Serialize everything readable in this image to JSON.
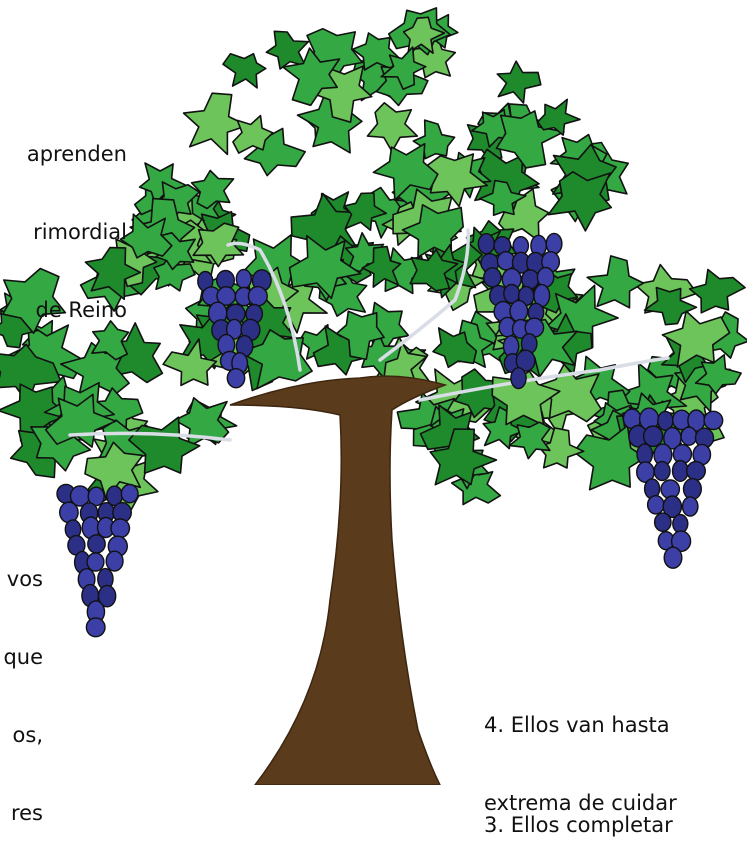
{
  "captions": {
    "top_left": [
      "aprenden",
      "rimordial",
      "de Reino"
    ],
    "mid_left": [
      "vos",
      "que",
      "os,",
      "res"
    ],
    "bottom_right_4": [
      "4. Ellos van hasta",
      "extrema de cuidar"
    ],
    "bottom_right_3": [
      "3. Ellos completar"
    ]
  },
  "colors": {
    "leaf_dark": "#1f8a2c",
    "leaf_mid": "#34a843",
    "leaf_light": "#6cc45a",
    "outline": "#111111",
    "trunk": "#5a3b1c",
    "grape": "#2c2f86",
    "grape_hi": "#3b3fa6",
    "vine_line": "#d9dde6"
  }
}
